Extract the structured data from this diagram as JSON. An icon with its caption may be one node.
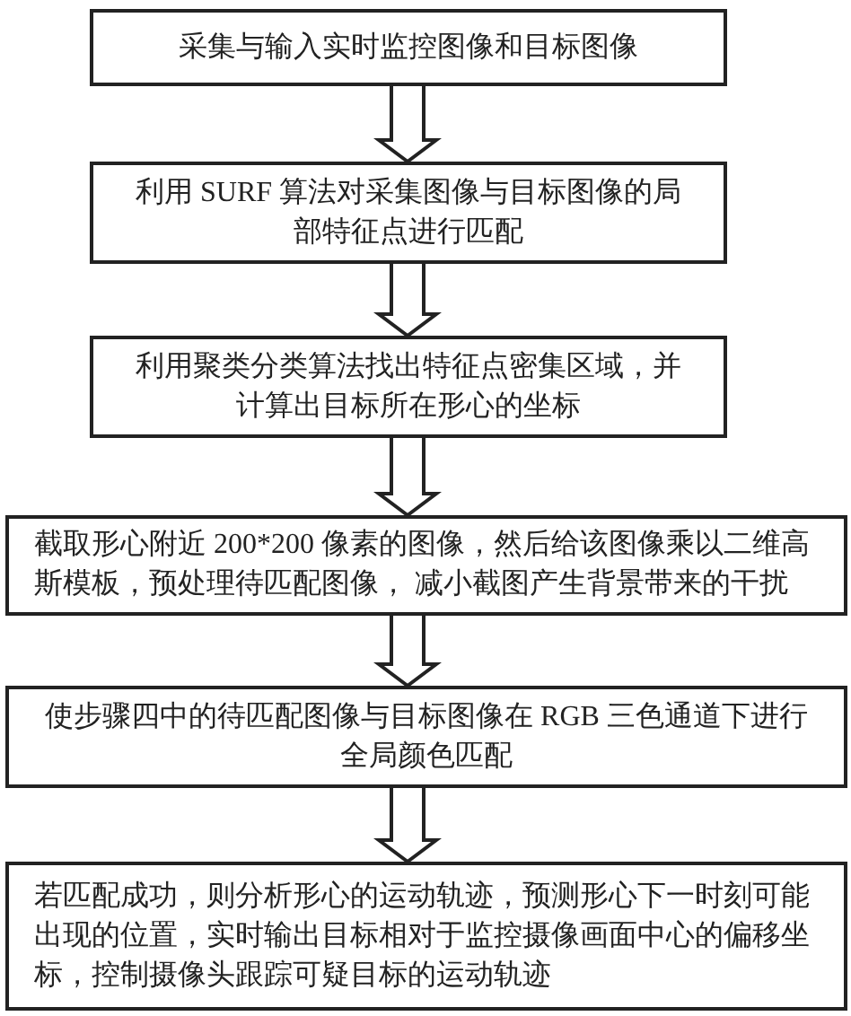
{
  "diagram": {
    "nodes": [
      {
        "text": [
          "采集与输入实时监控图像和目标图像"
        ]
      },
      {
        "text": [
          "利用 SURF 算法对采集图像与目标图像的局部特征点进行匹配"
        ]
      },
      {
        "text": [
          "利用聚类分类算法找出特征点密集区域，并计算出目标所在形心的坐标"
        ]
      },
      {
        "text": [
          "截取形心附近 200*200 像素的图像，然后给该图像乘以二维高斯模板，预处理待匹配图像， 减小截图产生背景带来的干扰"
        ]
      },
      {
        "text": [
          "使步骤四中的待匹配图像与目标图像在 RGB 三色通道下进行全局颜色匹配"
        ]
      },
      {
        "text": [
          "若匹配成功，则分析形心的运动轨迹，预测形心下一时刻可能出现的位置，实时输出目标相对于监控摄像画面中心的偏移坐标，控制摄像头跟踪可疑目标的运动轨迹"
        ]
      }
    ],
    "edges": [
      {
        "from": 0,
        "to": 1,
        "arrow": "to"
      },
      {
        "from": 1,
        "to": 2,
        "arrow": "to"
      },
      {
        "from": 2,
        "to": 3,
        "arrow": "to"
      },
      {
        "from": 3,
        "to": 4,
        "arrow": "to"
      },
      {
        "from": 4,
        "to": 5,
        "arrow": "to"
      }
    ]
  }
}
